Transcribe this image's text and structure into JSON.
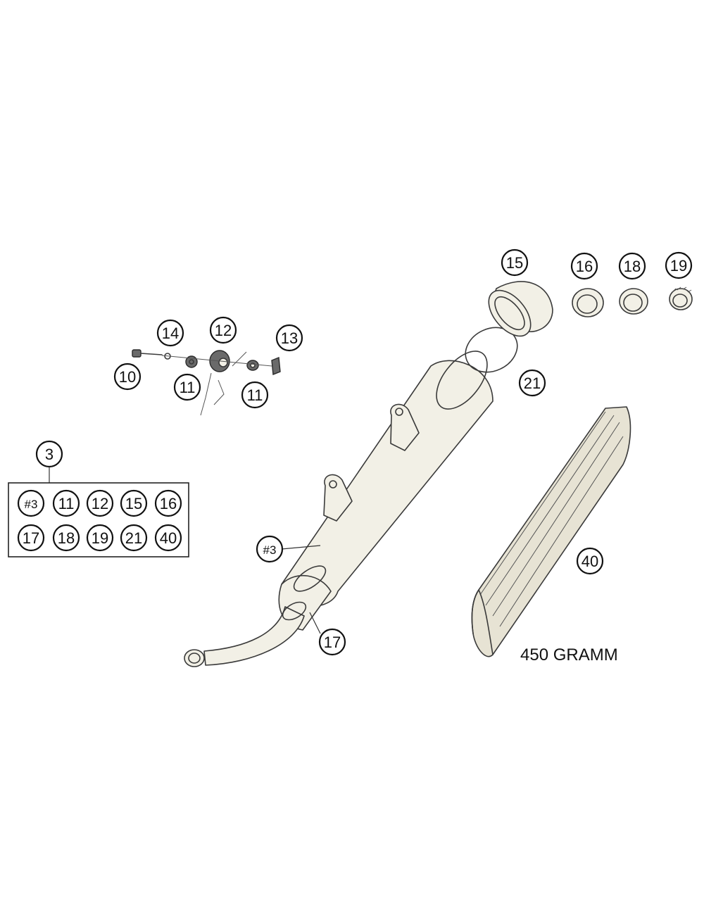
{
  "callouts": {
    "c10": "10",
    "c11a": "11",
    "c11b": "11",
    "c12": "12",
    "c13": "13",
    "c14": "14",
    "c15": "15",
    "c16": "16",
    "c18": "18",
    "c19": "19",
    "c21": "21",
    "c17": "17",
    "c40": "40",
    "c_hash3": "#3",
    "c3": "3"
  },
  "kit": {
    "label": "3",
    "row1": [
      "#3",
      "11",
      "12",
      "15",
      "16"
    ],
    "row2": [
      "17",
      "18",
      "19",
      "21",
      "40"
    ]
  },
  "packing_note": "450 GRAMM",
  "colors": {
    "line": "#3a3a3a",
    "part_fill": "#f2f0e6",
    "background": "#ffffff"
  }
}
